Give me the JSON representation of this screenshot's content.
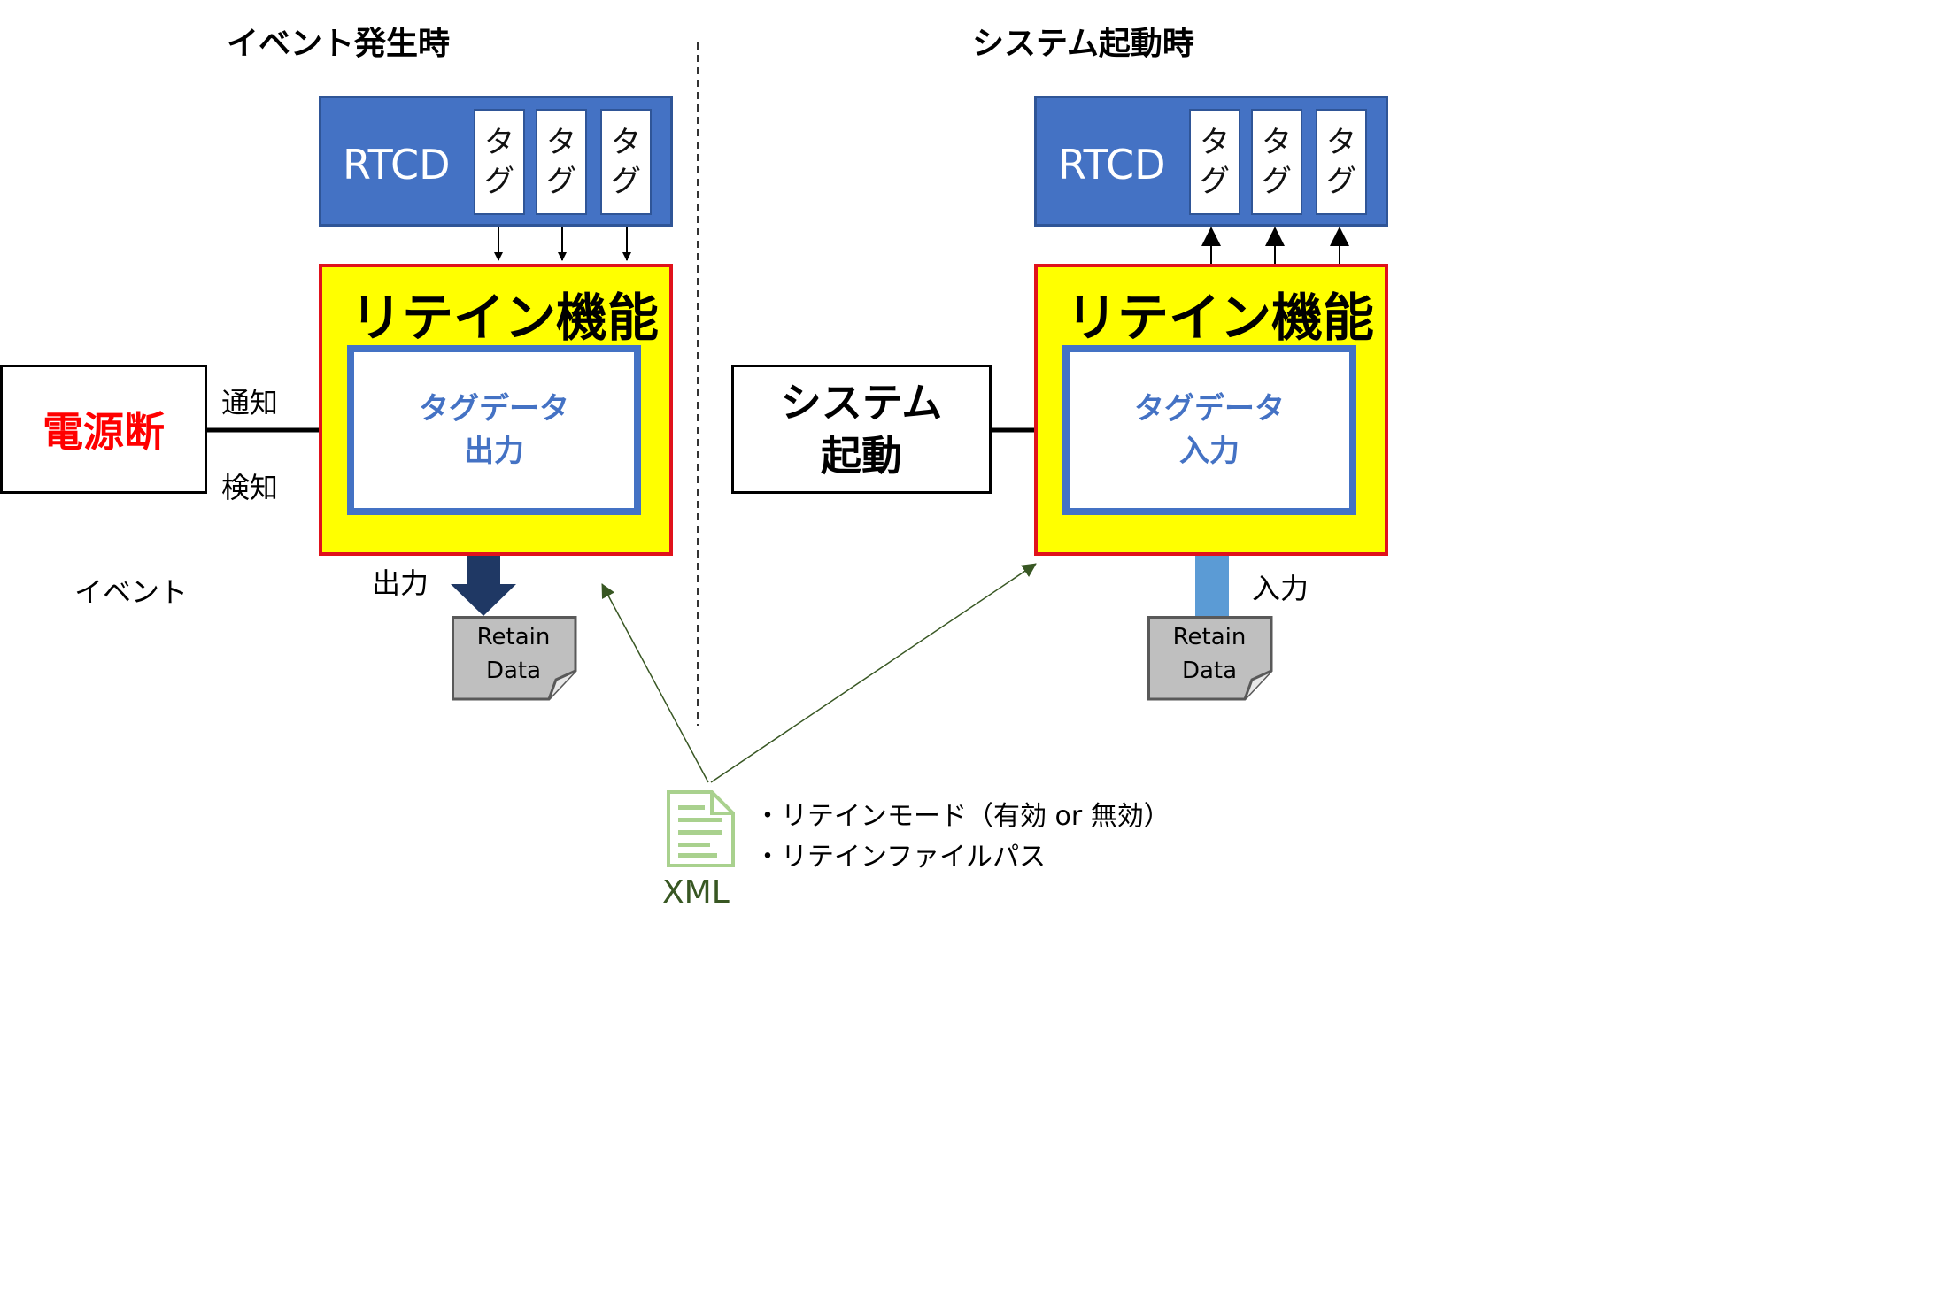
{
  "left": {
    "heading": "イベント発生時",
    "rtcd_label": "RTCD",
    "tags": [
      "タ",
      "グ"
    ],
    "retain_title": "リテイン機能",
    "inner_line1": "タグデータ",
    "inner_line2": "出力",
    "source_label": "電源断",
    "notify_label": "通知",
    "detect_label": "検知",
    "event_label": "イベント",
    "output_label": "出力",
    "retain_data_line1": "Retain",
    "retain_data_line2": "Data"
  },
  "right": {
    "heading": "システム起動時",
    "rtcd_label": "RTCD",
    "tags": [
      "タ",
      "グ"
    ],
    "retain_title": "リテイン機能",
    "inner_line1": "タグデータ",
    "inner_line2": "入力",
    "source_line1": "システム",
    "source_line2": "起動",
    "input_label": "入力",
    "retain_data_line1": "Retain",
    "retain_data_line2": "Data"
  },
  "xml": {
    "label": "XML",
    "bullet1": "・リテインモード（有効 or 無効）",
    "bullet2": "・リテインファイルパス"
  },
  "colors": {
    "rtcd_fill": "#4472c4",
    "retain_fill": "#ffff00",
    "retain_border": "#e0121b",
    "power_text": "#ff0000",
    "output_arrow": "#1f3864",
    "input_arrow": "#5b9bd5",
    "xml_arrow": "#385723"
  }
}
